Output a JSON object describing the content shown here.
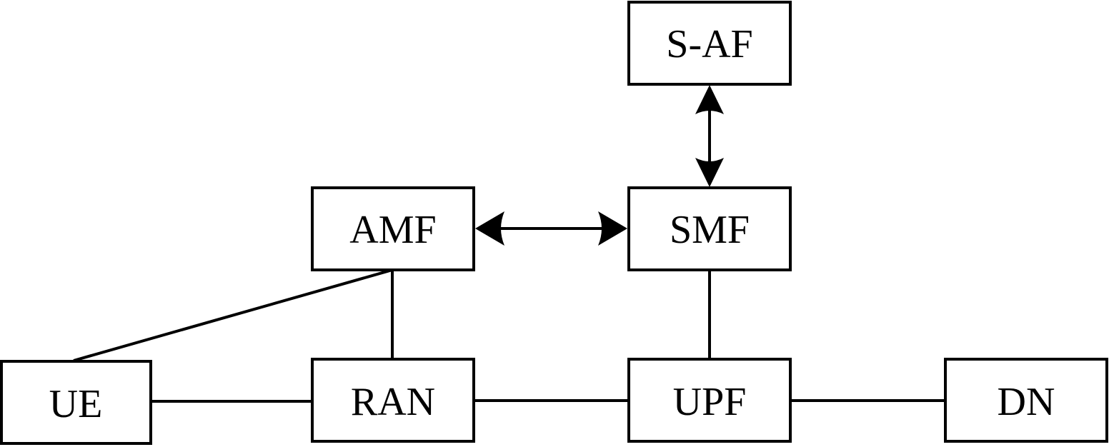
{
  "diagram": {
    "nodes": {
      "saf": "S-AF",
      "amf": "AMF",
      "smf": "SMF",
      "ue": "UE",
      "ran": "RAN",
      "upf": "UPF",
      "dn": "DN"
    }
  },
  "colors": {
    "stroke": "#000000",
    "background": "#ffffff"
  }
}
